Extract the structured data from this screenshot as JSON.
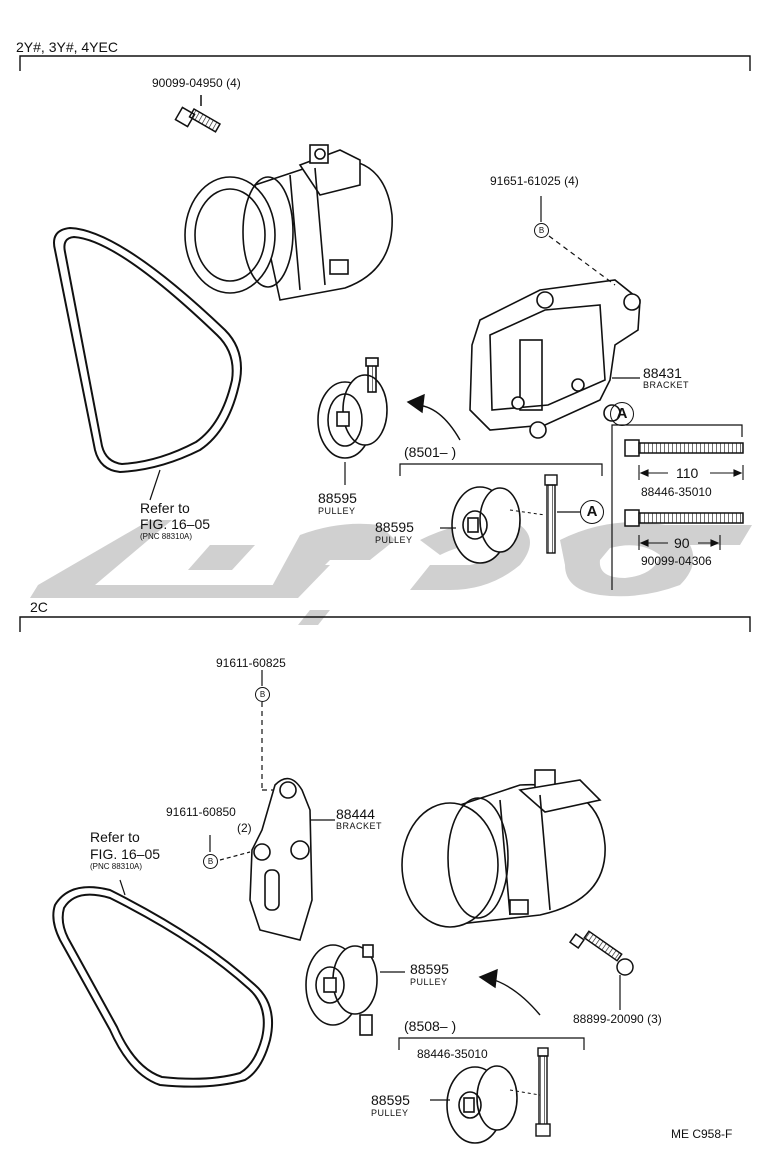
{
  "sections": {
    "top": {
      "header": "2Y#, 3Y#, 4YEC"
    },
    "bottom": {
      "header": "2C"
    }
  },
  "top_labels": {
    "bolt_top": "90099-04950 (4)",
    "bracket_bolt": "91651-61025 (4)",
    "bracket_no": "88431",
    "bracket_word": "BRACKET",
    "pulley1_no": "88595",
    "pulley1_word": "PULLEY",
    "group": "(8501–        )",
    "pulley2_no": "88595",
    "pulley2_word": "PULLEY",
    "refer": "Refer to",
    "fig": "FIG. 16–05",
    "pnc": "(PNC 88310A)",
    "circle": "A",
    "circle2": "A",
    "dim1": "110",
    "bolt1": "88446-35010",
    "dim2": "90",
    "bolt2": "90099-04306"
  },
  "bottom_labels": {
    "bolt_top": "91611-60825",
    "bolt_side": "91611-60850",
    "bolt_side_qty": "(2)",
    "bracket_no": "88444",
    "bracket_word": "BRACKET",
    "refer": "Refer to",
    "fig": "FIG. 16–05",
    "pnc": "(PNC 88310A)",
    "pulley1_no": "88595",
    "pulley1_word": "PULLEY",
    "compressor_bolt": "88899-20090 (3)",
    "group": "(8508–        )",
    "group_bolt": "88446-35010",
    "pulley2_no": "88595",
    "pulley2_word": "PULLEY",
    "b_mark1": "B",
    "b_mark2": "B",
    "b_mark3": "B"
  },
  "code": "ME C958-F"
}
